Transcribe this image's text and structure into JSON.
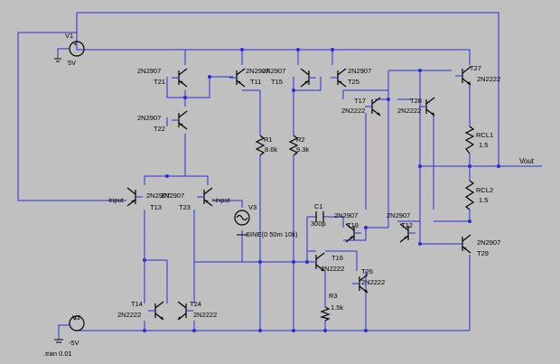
{
  "v1": {
    "name": "V1",
    "value": "5V"
  },
  "v2": {
    "name": "V2",
    "value": "-5V"
  },
  "v3": {
    "name": "V3",
    "value": "SINE(0 50m 10k)"
  },
  "directive": ".tran 0.01",
  "nets": {
    "minus_input": "-input",
    "plus_input": "+input",
    "vout": "Vout"
  },
  "c1": {
    "name": "C1",
    "value": "300p"
  },
  "r1": {
    "name": "R1",
    "value": "8.6k"
  },
  "r2": {
    "name": "R2",
    "value": "9.3k"
  },
  "r3": {
    "name": "R3",
    "value": "1.5k"
  },
  "rcl1": {
    "name": "RCL1",
    "value": "1.5"
  },
  "rcl2": {
    "name": "RCL2",
    "value": "1.5"
  },
  "transistors": {
    "t21": {
      "name": "T21",
      "model": "2N2907"
    },
    "t22": {
      "name": "T22",
      "model": "2N2907"
    },
    "t11": {
      "name": "T11",
      "model": "2N2907"
    },
    "t15": {
      "name": "T15",
      "model": "2N2907"
    },
    "t25": {
      "name": "T25",
      "model": "2N2907"
    },
    "t17": {
      "name": "T17",
      "model": "2N2222"
    },
    "t28": {
      "name": "T28",
      "model": "2N2222"
    },
    "t27": {
      "name": "T27",
      "model": "2N2222"
    },
    "t13": {
      "name": "T13",
      "model": "2N2907"
    },
    "t23": {
      "name": "T23",
      "model": "2N2907"
    },
    "t19": {
      "name": "T19",
      "model": "2N2907"
    },
    "t12": {
      "name": "T12",
      "model": "2N2907"
    },
    "t29": {
      "name": "T29",
      "model": "2N2907"
    },
    "t16": {
      "name": "T16",
      "model": "2N2222"
    },
    "t26": {
      "name": "T26",
      "model": "2N2222"
    },
    "t14": {
      "name": "T14",
      "model": "2N2222"
    },
    "t24": {
      "name": "T24",
      "model": "2N2222"
    }
  }
}
